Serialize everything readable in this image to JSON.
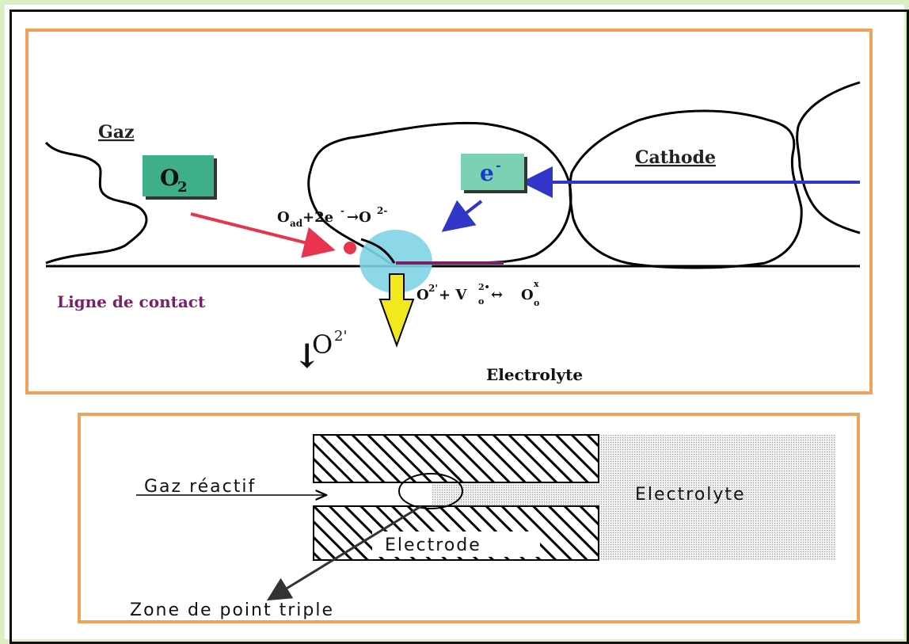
{
  "top_diagram": {
    "gas_label": "Gaz",
    "o2_box": {
      "main": "O",
      "sub": "2"
    },
    "electron_box": {
      "main": "e",
      "sup": "-"
    },
    "cathode_label": "Cathode",
    "reaction_1": {
      "o": "O",
      "sub": "ad",
      "rest": "+2e",
      "sup_minus": "-",
      "arrow": "→O",
      "sup_charge": "2-"
    },
    "reaction_2": {
      "o": "O",
      "sup_o": "2'",
      "plus": " + V",
      "sup_v": "2•",
      "sub_v": "o",
      "arrow": "↔",
      "o2": "O",
      "sup_x": "x",
      "sub_o": "o"
    },
    "contact_line_label": "Ligne de contact",
    "oxide_label": {
      "arrow": "↓",
      "o": "O",
      "sup": "2'"
    },
    "electrolyte_label": "Electrolyte",
    "colors": {
      "o2_box": "#3fae8a",
      "electron_box": "#7dd1b3",
      "red_arrow": "#e8344e",
      "blue_arrow": "#3136c8",
      "tpb_circle": "#7fd3e6",
      "yellow_arrow": "#f2e81e",
      "contact_label": "#7a1f6a"
    }
  },
  "bottom_diagram": {
    "gas_label": "Gaz réactif",
    "electrolyte_label": "Electrolyte",
    "electrode_label": "Electrode",
    "tpb_label": "Zone de point triple"
  }
}
